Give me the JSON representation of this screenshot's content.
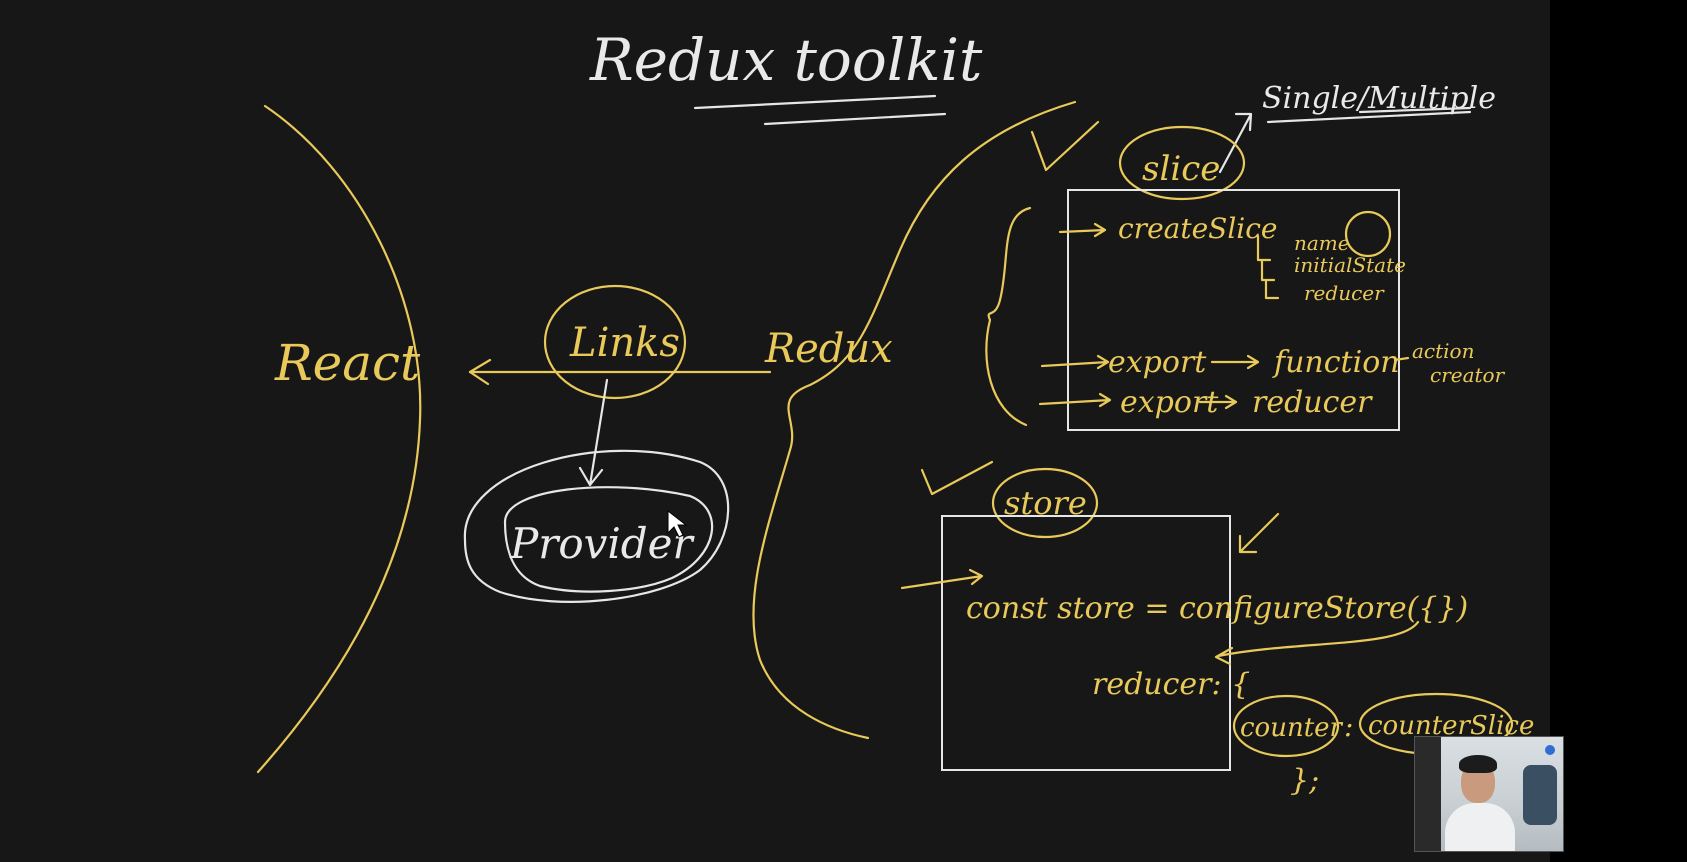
{
  "board": {
    "title": "Redux toolkit",
    "slice_note": "Single/Multiple",
    "react_label": "React",
    "links_label": "Links",
    "redux_label": "Redux",
    "provider_label": "Provider",
    "slice_label": "slice",
    "slice_box": {
      "create": "createSlice",
      "props": [
        "name",
        "initialState",
        "reducer"
      ],
      "export_fn": "export",
      "function_label": "function",
      "action_creator": [
        "action",
        "creator"
      ],
      "export_red": "export",
      "reducer_label": "reducer"
    },
    "store_label": "store",
    "store_box": {
      "line1": "const store = configureStore({})",
      "reducer_line": "reducer: {",
      "counter_key": "counter",
      "counter_slice": "counterSlice",
      "close": "};"
    }
  },
  "colors": {
    "background": "#171717",
    "yellow_ink": "#e8c95a",
    "white_ink": "#e9e9e9"
  },
  "webcam": {
    "description_icon": "presenter-webcam"
  }
}
